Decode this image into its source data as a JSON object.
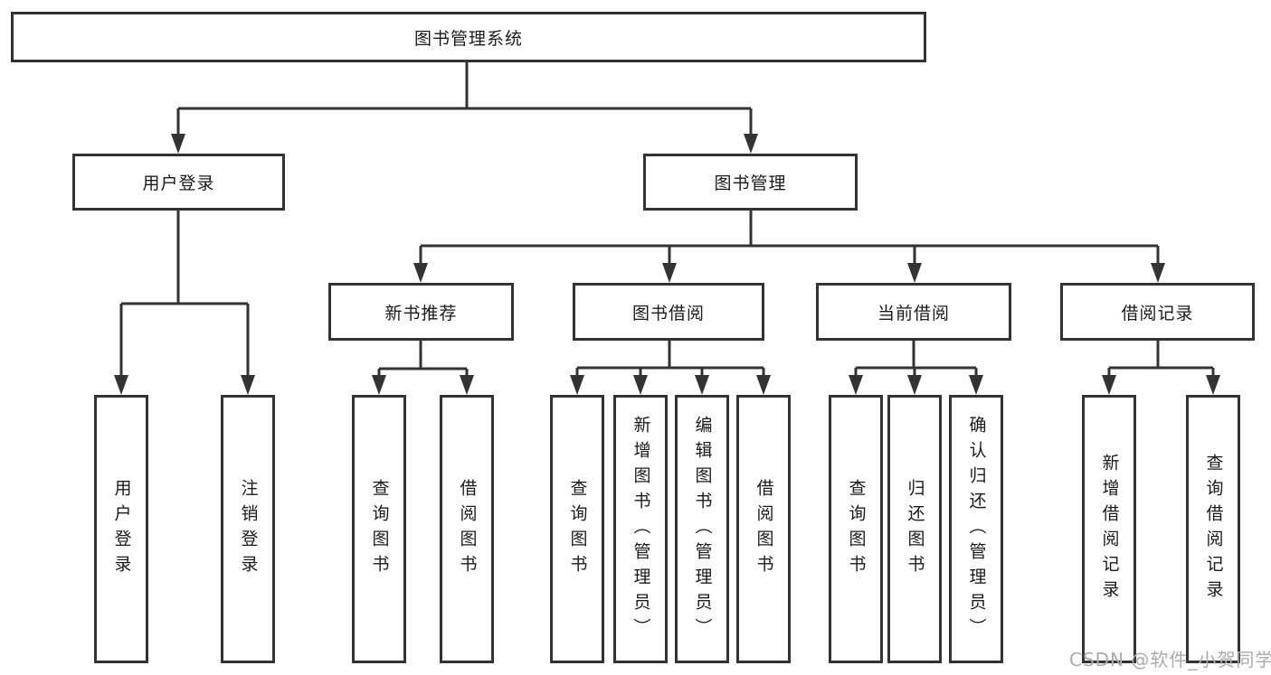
{
  "diagram": {
    "root": {
      "label": "图书管理系统"
    },
    "branches": [
      {
        "label": "用户登录",
        "children": [
          {
            "label": "用户登录"
          },
          {
            "label": "注销登录"
          }
        ]
      },
      {
        "label": "图书管理",
        "children": [
          {
            "label": "新书推荐",
            "children": [
              {
                "label": "查询图书"
              },
              {
                "label": "借阅图书"
              }
            ]
          },
          {
            "label": "图书借阅",
            "children": [
              {
                "label": "查询图书"
              },
              {
                "label": "新增图书（管理员）"
              },
              {
                "label": "编辑图书（管理员）"
              },
              {
                "label": "借阅图书"
              }
            ]
          },
          {
            "label": "当前借阅",
            "children": [
              {
                "label": "查询图书"
              },
              {
                "label": "归还图书"
              },
              {
                "label": "确认归还（管理员）"
              }
            ]
          },
          {
            "label": "借阅记录",
            "children": [
              {
                "label": "新增借阅记录"
              },
              {
                "label": "查询借阅记录"
              }
            ]
          }
        ]
      }
    ],
    "watermark": "CSDN @软件_小贺同学",
    "colors": {
      "line": "#333333",
      "text": "#1b1b1b",
      "watermark": "#ababab",
      "background": "#ffffff"
    }
  }
}
